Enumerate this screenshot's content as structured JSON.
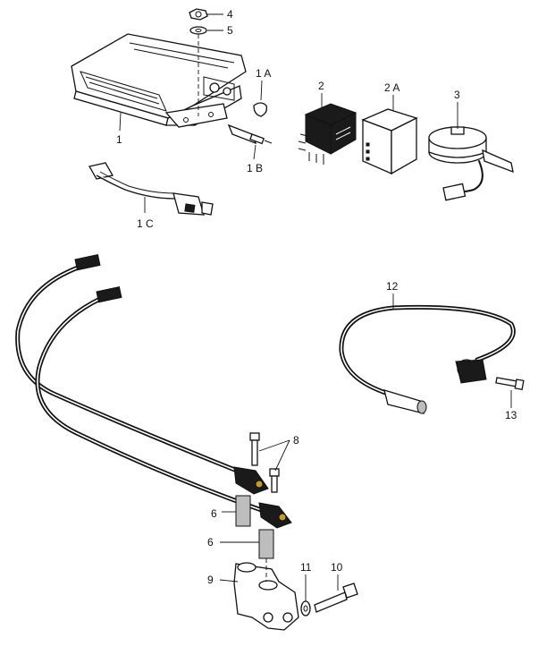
{
  "callouts": {
    "p1": "1",
    "p1a": "1 A",
    "p1b": "1 B",
    "p1c": "1 C",
    "p2": "2",
    "p2a": "2 A",
    "p3": "3",
    "p4": "4",
    "p5": "5",
    "p6a": "6",
    "p6b": "6",
    "p8": "8",
    "p9": "9",
    "p10": "10",
    "p11": "11",
    "p12": "12",
    "p13": "13"
  }
}
